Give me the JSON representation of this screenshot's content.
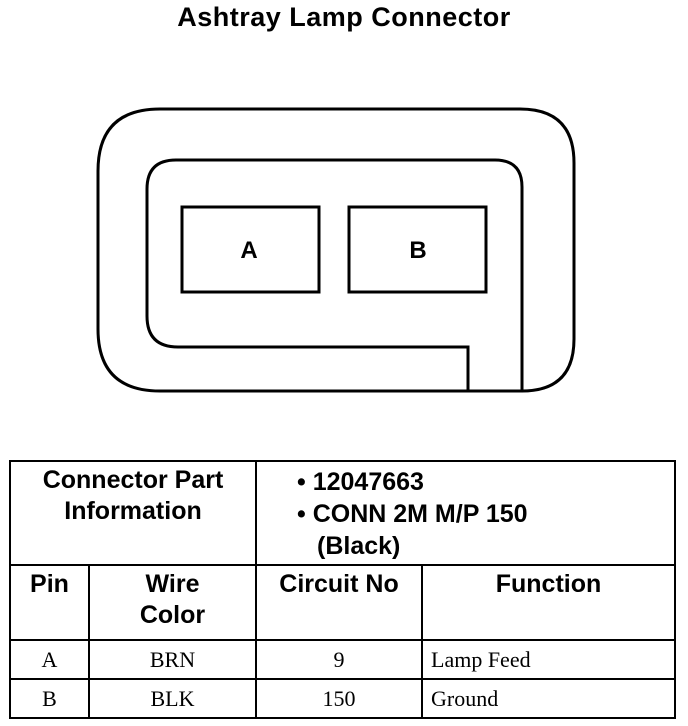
{
  "title": "Ashtray Lamp Connector",
  "connector": {
    "pins": [
      "A",
      "B"
    ]
  },
  "table": {
    "part_info_label": [
      "Connector Part",
      "Information"
    ],
    "part_info": {
      "line1": "• 12047663",
      "line2": "• CONN 2M M/P 150",
      "line3": "(Black)"
    },
    "headers": {
      "pin": "Pin",
      "wire_color": [
        "Wire",
        "Color"
      ],
      "circuit_no": "Circuit No",
      "function": "Function"
    },
    "rows": [
      {
        "pin": "A",
        "wire_color": "BRN",
        "circuit": "9",
        "function": "Lamp Feed"
      },
      {
        "pin": "B",
        "wire_color": "BLK",
        "circuit": "150",
        "function": "Ground"
      }
    ]
  }
}
